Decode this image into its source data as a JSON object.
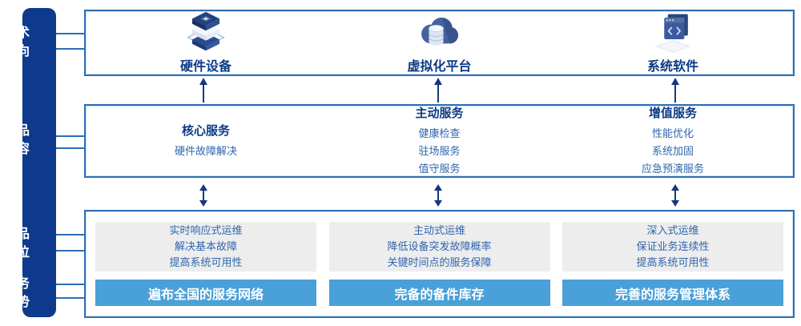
{
  "colors": {
    "sidebar_bg": "#0d3a8c",
    "box_border": "#2e6fb5",
    "heading_text": "#0c3a85",
    "body_text": "#2f66ad",
    "panel_gray": "#ededed",
    "bar_blue": "#4aa0d8",
    "bar_text": "#ffffff",
    "arrow": "#16377f"
  },
  "sidebar": {
    "items": [
      {
        "lines": [
          "技术",
          "方向"
        ]
      },
      {
        "lines": [
          "产品",
          "内容"
        ]
      },
      {
        "lines": [
          "产品",
          "定位"
        ]
      },
      {
        "lines": [
          "服务",
          "优势"
        ]
      }
    ]
  },
  "columns": [
    {
      "tech": {
        "icon": "server-stack-icon",
        "label": "硬件设备"
      },
      "content": {
        "heading": "核心服务",
        "items": [
          "硬件故障解决",
          "",
          ""
        ]
      },
      "positioning": {
        "lines": [
          "实时响应式运维",
          "解决基本故障",
          "提高系统可用性"
        ]
      },
      "advantage": {
        "label": "遍布全国的服务网络"
      }
    },
    {
      "tech": {
        "icon": "cloud-database-icon",
        "label": "虚拟化平台"
      },
      "content": {
        "heading": "主动服务",
        "items": [
          "健康检查",
          "驻场服务",
          "值守服务"
        ]
      },
      "positioning": {
        "lines": [
          "主动式运维",
          "降低设备突发故障概率",
          "关键时间点的服务保障"
        ]
      },
      "advantage": {
        "label": "完备的备件库存"
      }
    },
    {
      "tech": {
        "icon": "code-window-icon",
        "label": "系统软件"
      },
      "content": {
        "heading": "增值服务",
        "items": [
          "性能优化",
          "系统加固",
          "应急预演服务"
        ]
      },
      "positioning": {
        "lines": [
          "深入式运维",
          "保证业务连续性",
          "提高系统可用性"
        ]
      },
      "advantage": {
        "label": "完善的服务管理体系"
      }
    }
  ]
}
